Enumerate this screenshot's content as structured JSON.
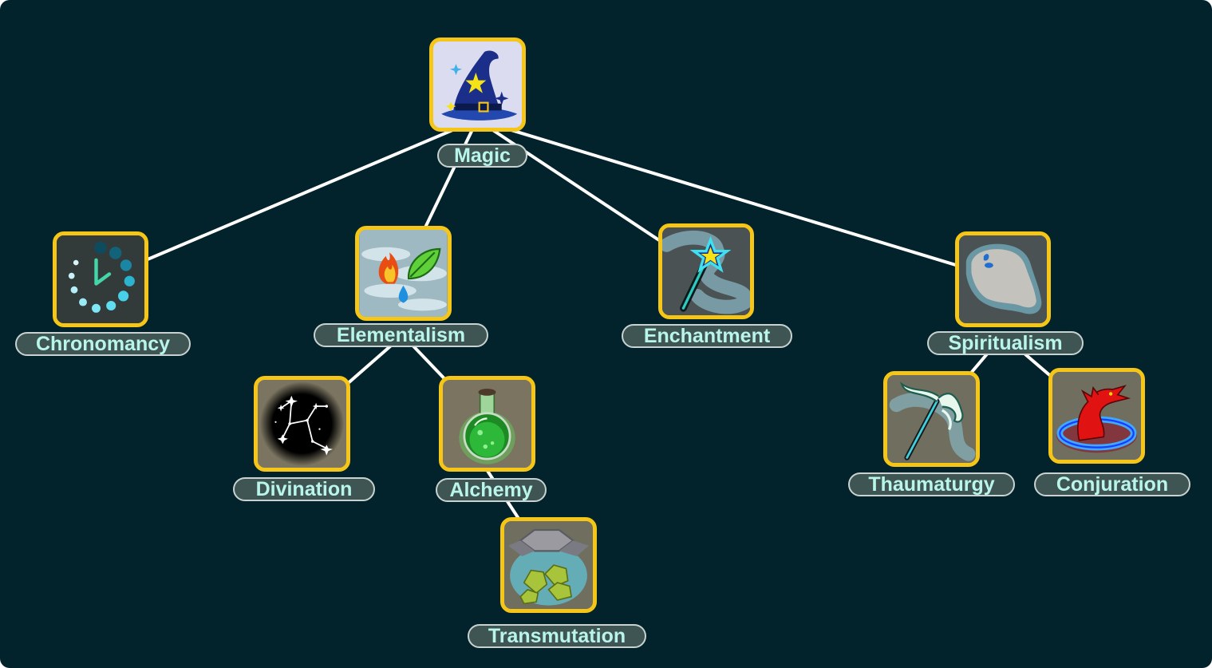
{
  "colors": {
    "background": "#02232b",
    "link": "#ffffff",
    "icon_border": "#f5c518",
    "label_fill": "#3e5553",
    "label_text": "#b9f5ea"
  },
  "nodes": {
    "magic": {
      "label": "Magic",
      "icon": "wizard-hat-icon"
    },
    "chronomancy": {
      "label": "Chronomancy",
      "icon": "clock-icon"
    },
    "elementalism": {
      "label": "Elementalism",
      "icon": "elements-icon"
    },
    "enchantment": {
      "label": "Enchantment",
      "icon": "magic-wand-icon"
    },
    "spiritualism": {
      "label": "Spiritualism",
      "icon": "ghost-icon"
    },
    "divination": {
      "label": "Divination",
      "icon": "constellation-icon"
    },
    "alchemy": {
      "label": "Alchemy",
      "icon": "potion-flask-icon"
    },
    "transmutation": {
      "label": "Transmutation",
      "icon": "gold-ore-icon"
    },
    "thaumaturgy": {
      "label": "Thaumaturgy",
      "icon": "horned-staff-icon"
    },
    "conjuration": {
      "label": "Conjuration",
      "icon": "dragon-summon-icon"
    }
  },
  "edges": [
    [
      "magic",
      "chronomancy"
    ],
    [
      "magic",
      "elementalism"
    ],
    [
      "magic",
      "enchantment"
    ],
    [
      "magic",
      "spiritualism"
    ],
    [
      "elementalism",
      "divination"
    ],
    [
      "elementalism",
      "alchemy"
    ],
    [
      "alchemy",
      "transmutation"
    ],
    [
      "spiritualism",
      "thaumaturgy"
    ],
    [
      "spiritualism",
      "conjuration"
    ]
  ]
}
